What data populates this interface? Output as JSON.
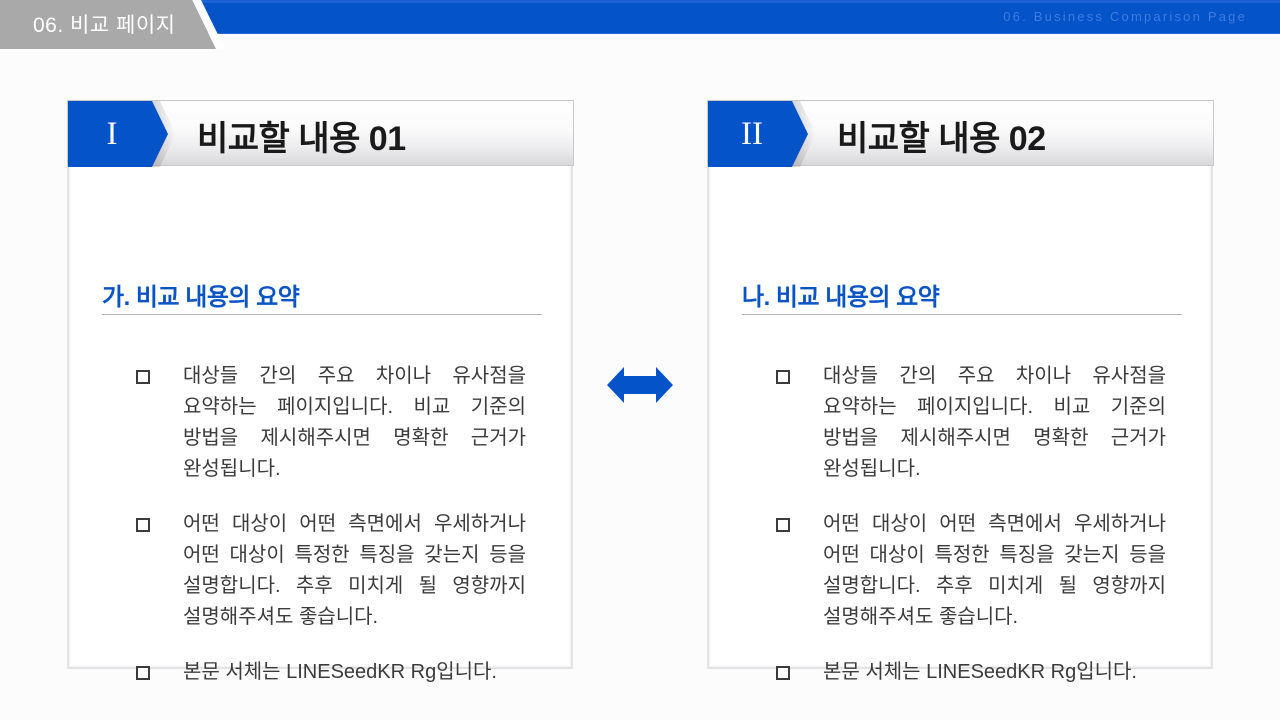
{
  "header": {
    "tag_label": "06. 비교 페이지",
    "subtitle": "06. Business Comparison Page",
    "colors": {
      "bar": "#0553c8",
      "tag": "#a9a9a9",
      "subtitle": "#3d7ce0"
    }
  },
  "panels": [
    {
      "numeral": "I",
      "title": "비교할 내용 01",
      "section_heading": "가. 비교 내용의 요약",
      "bullets": [
        "대상들 간의 주요 차이나 유사점을 요약하는 페이지입니다. 비교 기준의 방법을 제시해주시면 명확한 근거가 완성됩니다.",
        "어떤 대상이 어떤 측면에서 우세하거나 어떤 대상이 특정한 특징을 갖는지 등을 설명합니다. 추후 미치게 될 영향까지 설명해주셔도 좋습니다.",
        "본문 서체는 LINESeedKR Rg입니다."
      ]
    },
    {
      "numeral": "II",
      "title": "비교할 내용 02",
      "section_heading": "나. 비교 내용의 요약",
      "bullets": [
        "대상들 간의 주요 차이나 유사점을 요약하는 페이지입니다. 비교 기준의 방법을 제시해주시면 명확한 근거가 완성됩니다.",
        "어떤 대상이 어떤 측면에서 우세하거나 어떤 대상이 특정한 특징을 갖는지 등을 설명합니다. 추후 미치게 될 영향까지 설명해주셔도 좋습니다.",
        "본문 서체는 LINESeedKR Rg입니다."
      ]
    }
  ],
  "center_icon": {
    "name": "double-arrow-icon",
    "color": "#0553c8"
  },
  "accent_color": "#0b54c4"
}
